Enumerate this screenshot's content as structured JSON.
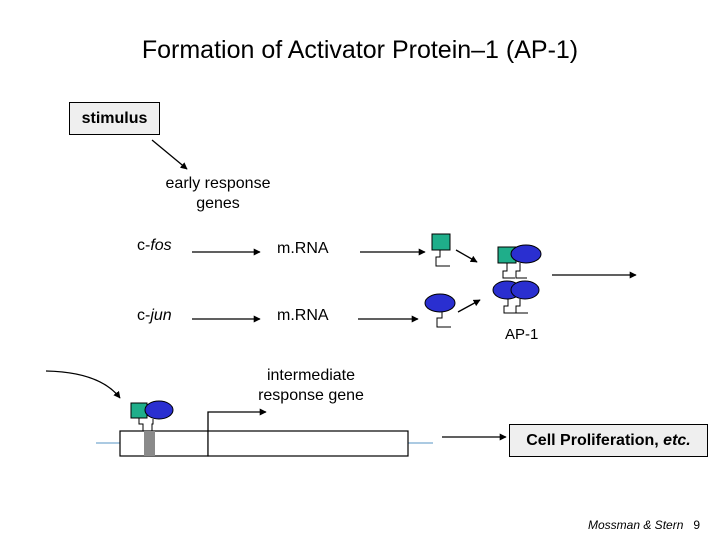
{
  "title": "Formation of Activator Protein–1 (AP-1)",
  "stimulus_label": "stimulus",
  "early_response": {
    "line1": "early response",
    "line2": "genes"
  },
  "genes": {
    "fos_prefix": "c-",
    "fos_name": "fos",
    "jun_prefix": "c-",
    "jun_name": "jun"
  },
  "mrna_label": "m.RNA",
  "ap1_label": "AP-1",
  "intermediate": {
    "line1": "intermediate",
    "line2": "response gene"
  },
  "cell_proliferation": {
    "main": "Cell Proliferation, ",
    "etc": "etc."
  },
  "credit": {
    "author": "Mossman & Stern",
    "page": "9"
  },
  "colors": {
    "fos": "#1fae8a",
    "jun": "#2a2fd0",
    "dna_line": "#8fb8d8",
    "box_fill": "#efefef",
    "pillar": "#8a8a8a"
  }
}
